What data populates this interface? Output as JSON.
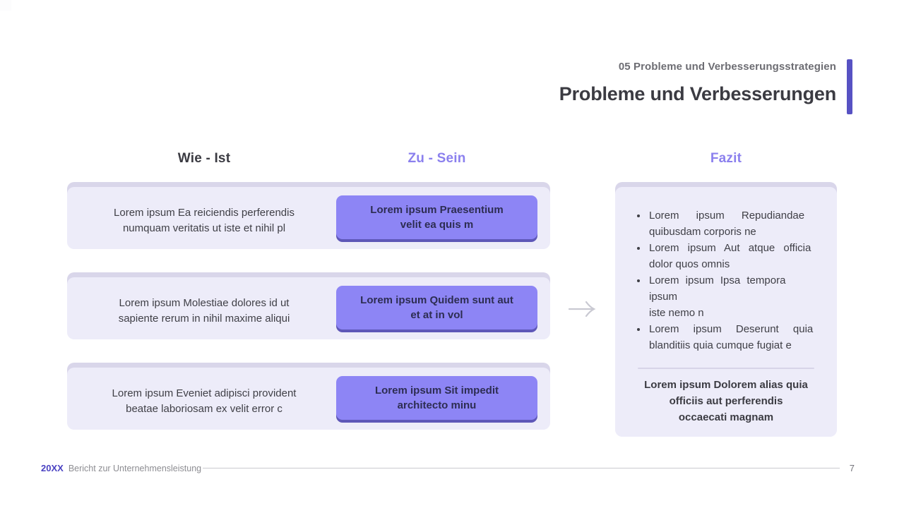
{
  "header": {
    "kicker": "05 Probleme und Verbesserungsstrategien",
    "title": "Probleme und Verbesserungen"
  },
  "columns": {
    "ist_label": "Wie - Ist",
    "sein_label": "Zu - Sein",
    "fazit_label": "Fazit"
  },
  "rows": [
    {
      "ist": "Lorem ipsum Ea reiciendis perferendis\nnumquam veritatis ut iste et nihil pl",
      "sein": "Lorem ipsum Praesentium\nvelit ea quis m"
    },
    {
      "ist": "Lorem ipsum Molestiae dolores id ut\nsapiente rerum in nihil maxime aliqui",
      "sein": "Lorem ipsum Quidem sunt aut\net at in vol"
    },
    {
      "ist": "Lorem ipsum Eveniet adipisci provident\nbeatae laboriosam ex velit error c",
      "sein": "Lorem ipsum Sit impedit\narchitecto minu"
    }
  ],
  "fazit": {
    "bullets": [
      "Lorem ipsum Repudiandae\nquibusdam corporis ne",
      "Lorem ipsum Aut atque officia\ndolor quos omnis",
      "Lorem ipsum Ipsa tempora ipsum\niste nemo n",
      "Lorem ipsum Deserunt quia\nblanditiis quia cumque fugiat e"
    ],
    "summary": "Lorem ipsum Dolorem alias quia\nofficiis aut perferendis\noccaecati magnam"
  },
  "footer": {
    "year": "20XX",
    "label": "Bericht zur Unternehmensleistung",
    "page": "7"
  },
  "icons": {
    "between_columns": "right-arrow-icon"
  },
  "colors": {
    "accent_purple": "#8b80ee",
    "header_bar": "#5752c3",
    "title_text": "#3b3b42",
    "kicker_text": "#6d6d73",
    "card_bg": "#edecf9",
    "card_lip": "#d9d6ea",
    "button_bg": "#8d85f5",
    "button_edge": "#5e57b8",
    "button_text": "#2d2d52",
    "body_text": "#3f3f46",
    "divider": "#d7d4e8",
    "arrow": "#c9c9d2",
    "footer_year": "#4a42c2",
    "footer_text": "#8d8d92",
    "footer_line": "#c9c9cf",
    "page_number": "#73737a"
  }
}
